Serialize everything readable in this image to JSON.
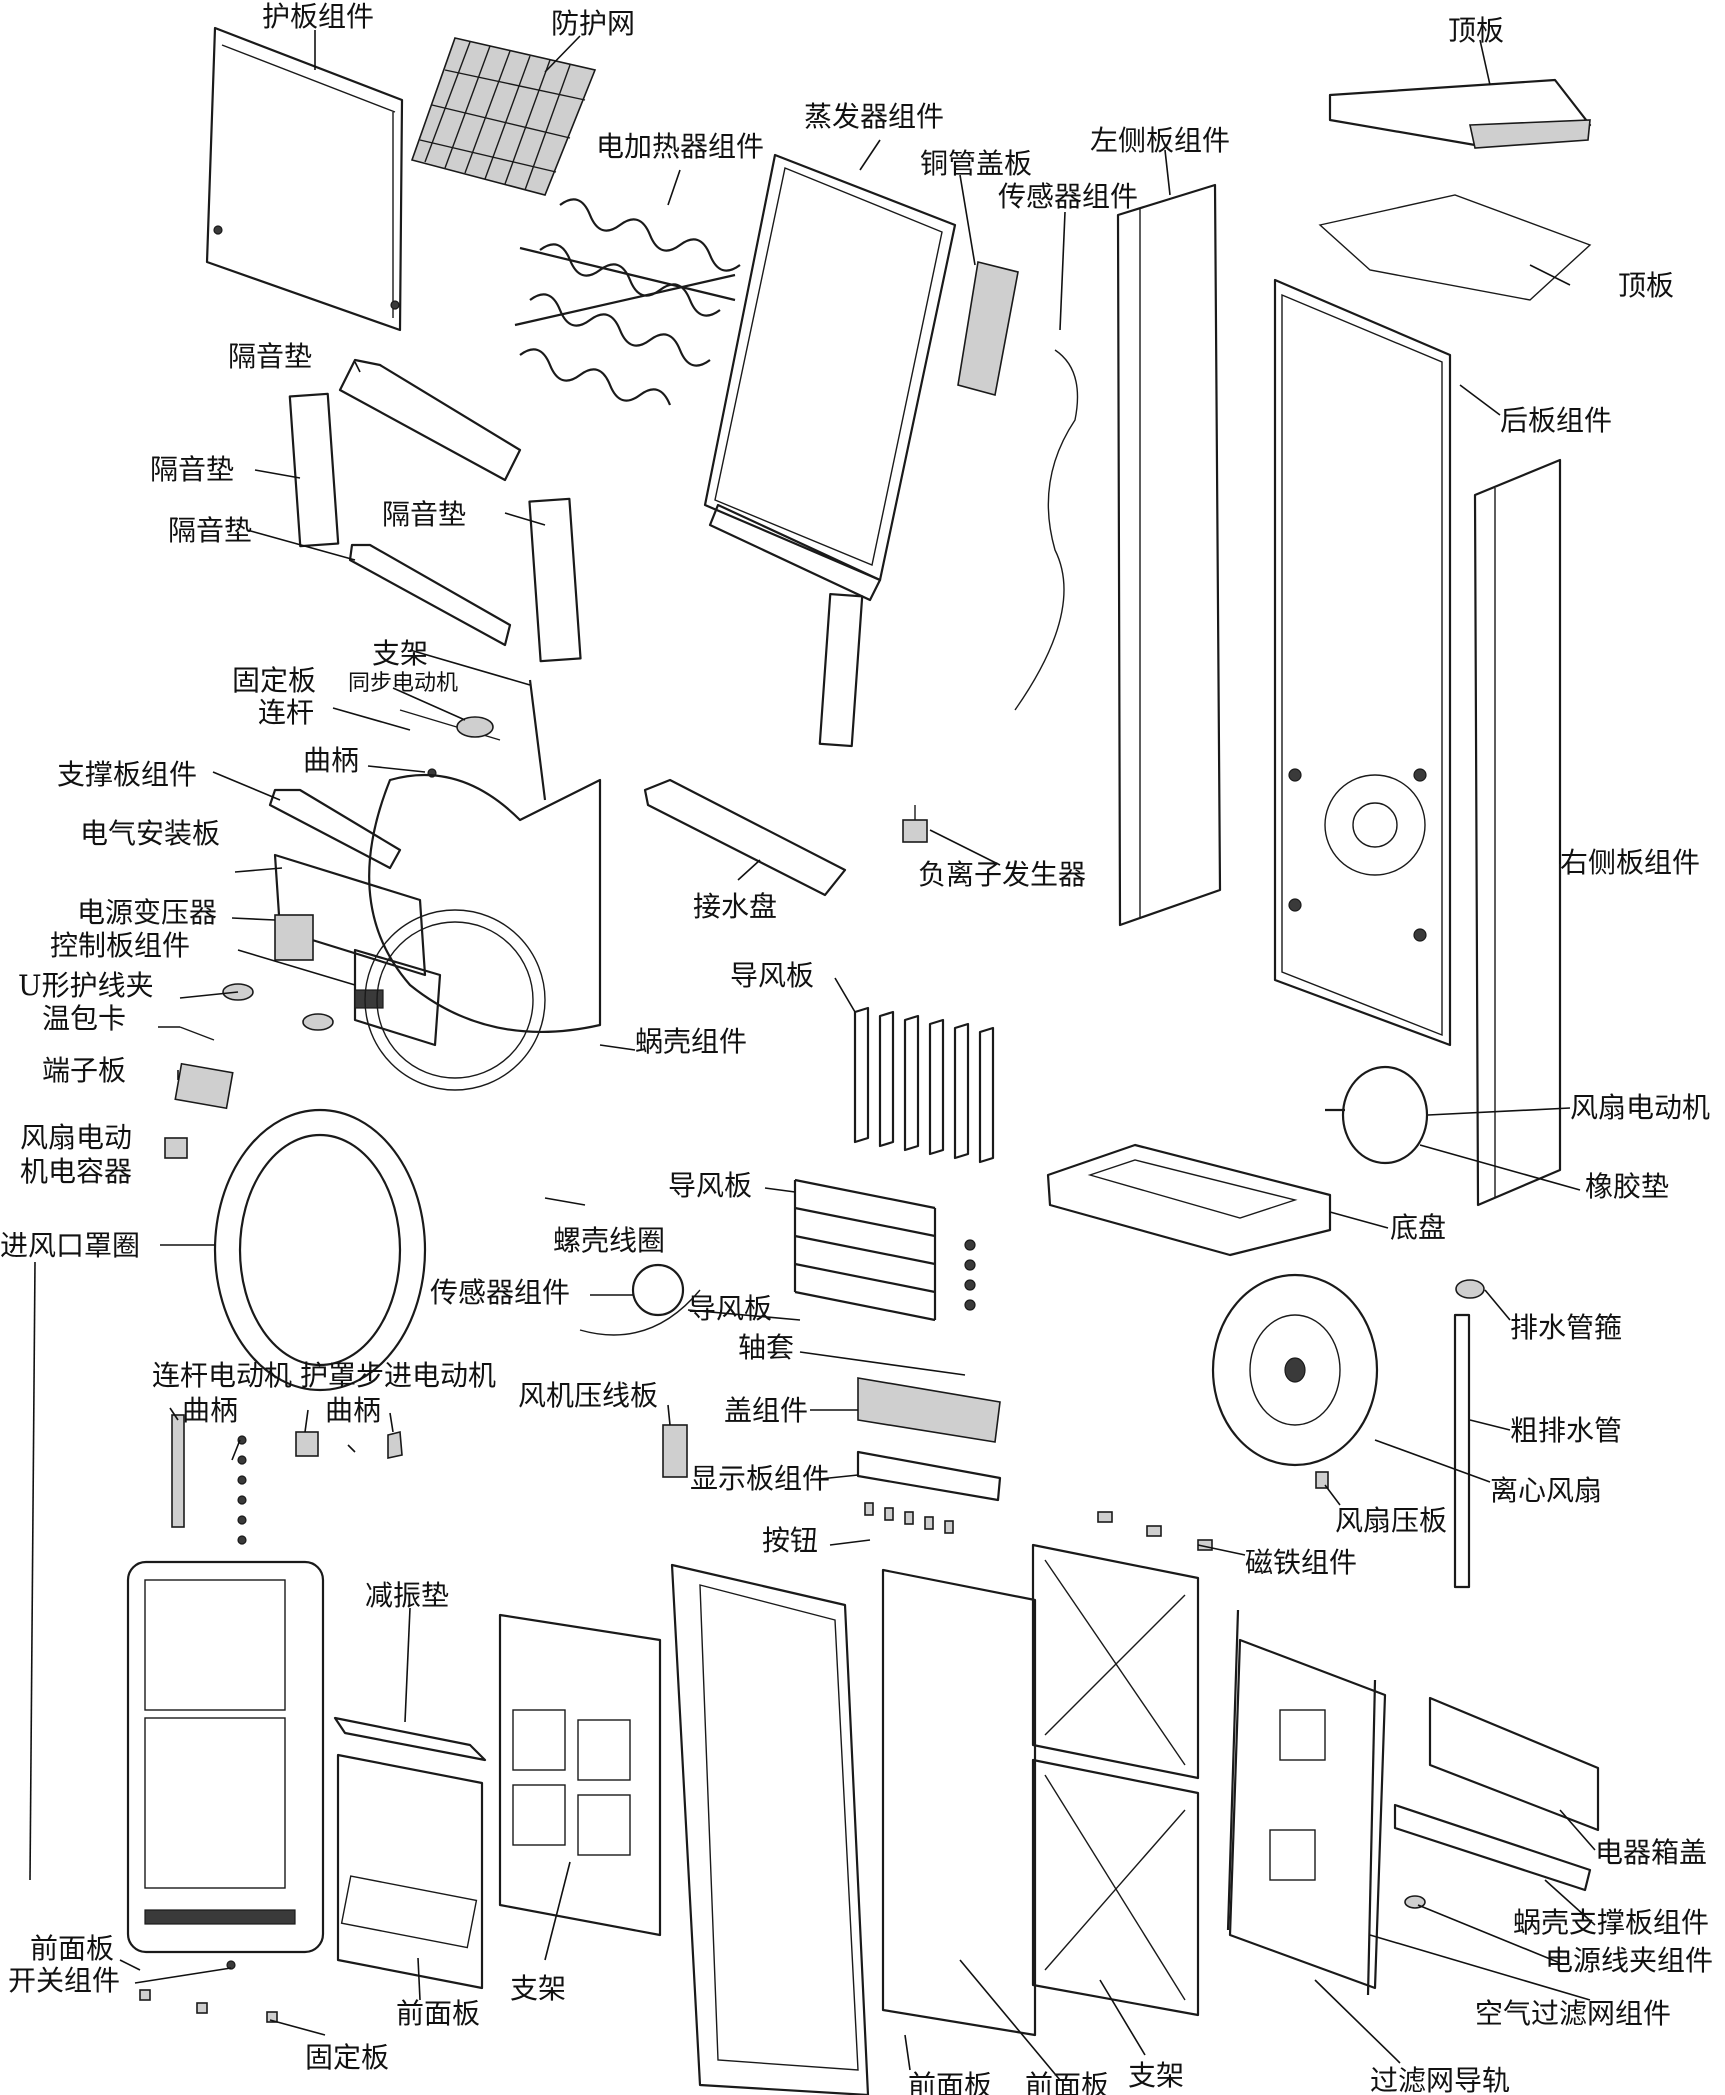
{
  "labels": {
    "l01": "护板组件",
    "l02": "防护网",
    "l03": "顶板",
    "l04": "蒸发器组件",
    "l05": "电加热器组件",
    "l06": "铜管盖板",
    "l07": "左侧板组件",
    "l08": "传感器组件",
    "l09": "顶板",
    "l10": "隔音垫",
    "l11": "后板组件",
    "l12": "隔音垫",
    "l13": "隔音垫",
    "l14": "隔音垫",
    "l15": "支架",
    "l16": "同步电动机",
    "l17": "固定板",
    "l18": "连杆",
    "l19": "曲柄",
    "l20": "支撑板组件",
    "l21": "右侧板组件",
    "l22": "负离子发生器",
    "l23": "电气安装板",
    "l24": "接水盘",
    "l25": "电源变压器",
    "l26": "控制板组件",
    "l27": "导风板",
    "l28": "U形护线夹",
    "l29": "温包卡",
    "l30": "蜗壳组件",
    "l31": "端子板",
    "l32": "风扇电动机",
    "l33": "风扇电动",
    "l34": "机电容器",
    "l35": "橡胶垫",
    "l36": "导风板",
    "l37": "底盘",
    "l38": "进风口罩圈",
    "l39": "螺壳线圈",
    "l40": "传感器组件",
    "l41": "排水管箍",
    "l42": "导风板",
    "l43": "轴套",
    "l44": "连杆电动机",
    "l45": "护罩步进电动机",
    "l46": "风机压线板",
    "l47": "粗排水管",
    "l48": "曲柄",
    "l49": "曲柄",
    "l50": "盖组件",
    "l51": "显示板组件",
    "l52": "离心风扇",
    "l53": "风扇压板",
    "l54": "按钮",
    "l55": "磁铁组件",
    "l56": "减振垫",
    "l57": "前面板",
    "l58": "开关组件",
    "l59": "前面板",
    "l60": "支架",
    "l61": "固定板",
    "l62": "前面板",
    "l63": "前面板",
    "l64": "支架",
    "l65": "电器箱盖",
    "l66": "蜗壳支撑板组件",
    "l67": "电源线夹组件",
    "l68": "空气过滤网组件",
    "l69": "过滤网导轨"
  }
}
